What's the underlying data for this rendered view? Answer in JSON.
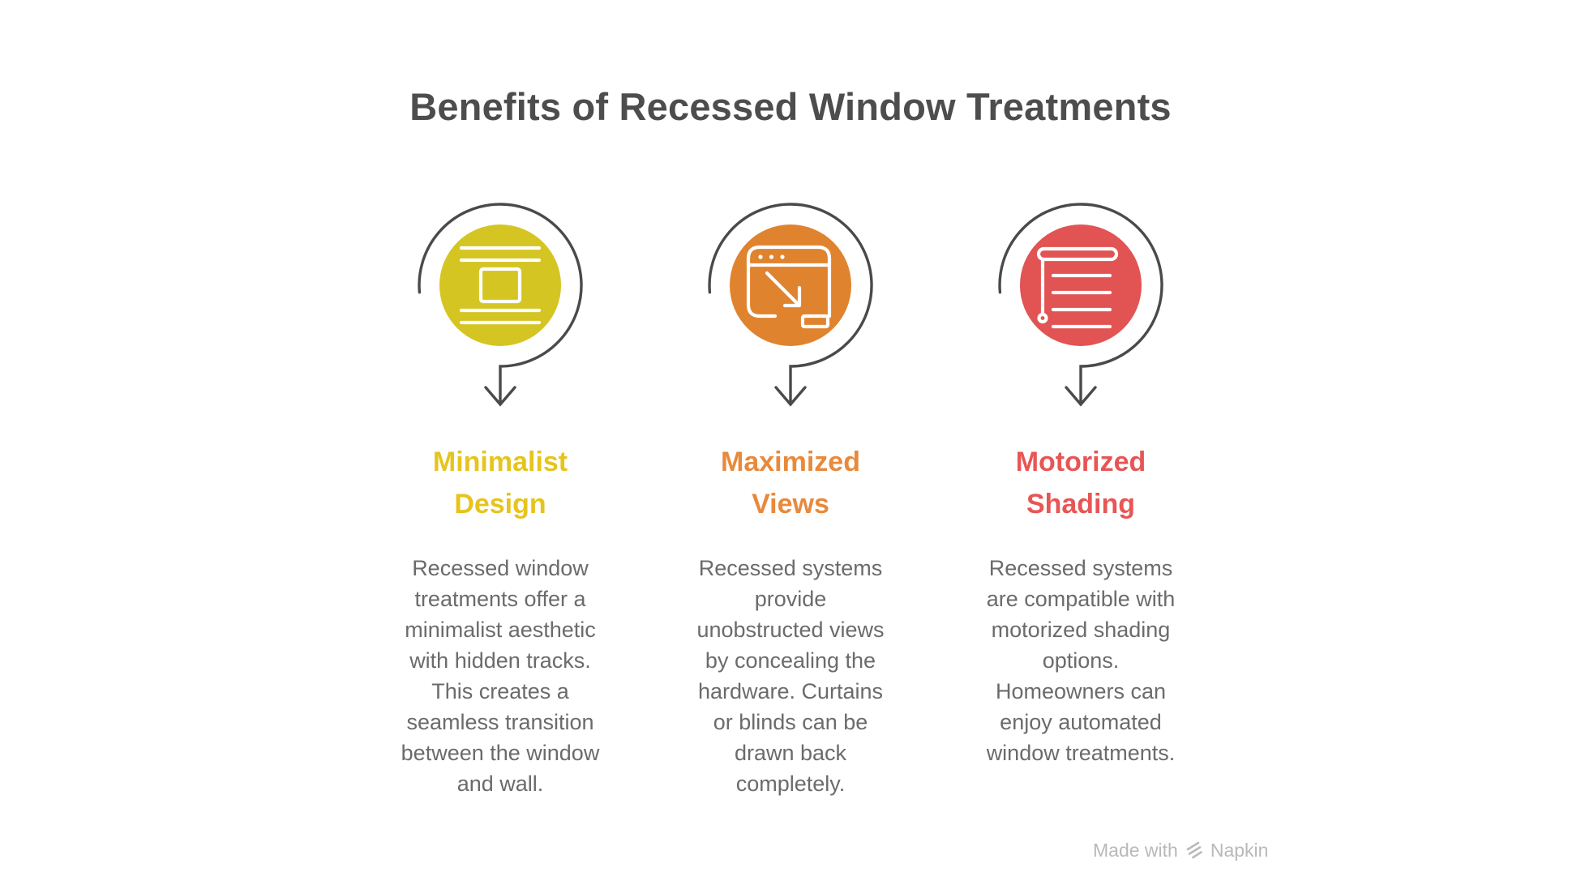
{
  "title": "Benefits of Recessed Window Treatments",
  "columns": [
    {
      "id": "minimalist-design",
      "heading_lines": [
        "Minimalist",
        "Design"
      ],
      "heading_color": "#e6c41c",
      "circle_color": "#d5c522",
      "icon": "minimalist-layout-icon",
      "description": "Recessed window\ntreatments offer a\nminimalist aesthetic\nwith hidden tracks.\nThis creates a\nseamless transition\nbetween the window\nand wall."
    },
    {
      "id": "maximized-views",
      "heading_lines": [
        "Maximized",
        "Views"
      ],
      "heading_color": "#e8893b",
      "circle_color": "#e0832e",
      "icon": "window-resize-icon",
      "description": "Recessed systems\nprovide\nunobstructed views\nby concealing the\nhardware. Curtains\nor blinds can be\ndrawn back\ncompletely."
    },
    {
      "id": "motorized-shading",
      "heading_lines": [
        "Motorized",
        "Shading"
      ],
      "heading_color": "#e85555",
      "circle_color": "#e25353",
      "icon": "roller-blind-icon",
      "description": "Recessed systems\nare compatible with\nmotorized shading\noptions.\nHomeowners can\nenjoy automated\nwindow treatments."
    }
  ],
  "watermark": {
    "prefix": "Made with",
    "brand": "Napkin",
    "logo_icon": "napkin-logo-icon"
  },
  "colors": {
    "background": "#ffffff",
    "title_text": "#4d4d4d",
    "body_text": "#6b6b6b",
    "ring_stroke": "#4a4a4a",
    "icon_glyph": "#ffffff",
    "watermark_text": "#b9b9b9"
  }
}
